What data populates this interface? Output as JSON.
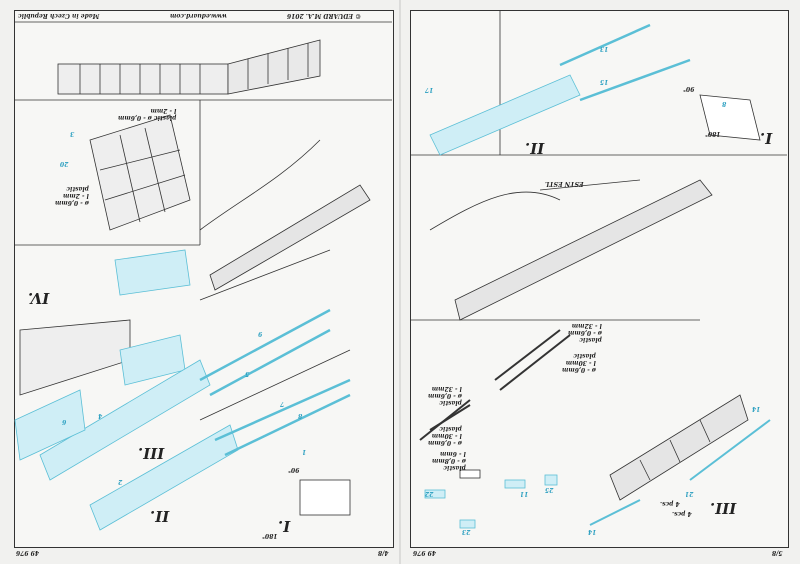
{
  "left_page": {
    "header": {
      "copyright": "© EDUARD M.A. 2016",
      "website": "www.eduard.com",
      "made_in": "Made in Czech Republic"
    },
    "footer": {
      "kit_number": "49 976",
      "page": "4/8"
    },
    "steps": [
      "I.",
      "II.",
      "III.",
      "IV."
    ],
    "notes": {
      "plastic_top": "plastic ø - 0,6mm\nl - 2mm",
      "plastic_mid": "ø - 0,6mm\nl - 2mm\nplastic",
      "angle_180": "180°",
      "angle_90": "90°"
    },
    "part_numbers": [
      "20",
      "3",
      "9",
      "7",
      "4",
      "6",
      "8",
      "2",
      "1",
      "5"
    ]
  },
  "right_page": {
    "footer": {
      "kit_number": "49 976",
      "page": "5/8"
    },
    "steps": [
      "I.",
      "II.",
      "III."
    ],
    "notes": {
      "angle_180": "180°",
      "angle_90": "90°",
      "plastic_a": "plastic\nø - 0,6mm\nl - 32mm",
      "plastic_b": "ø - 0,6mm\nl - 30mm\nplastic",
      "plastic_c": "ø - 0,6mm\nl - 30mm\nplastic",
      "plastic_d": "plastic\nø - 0,6mm\nl - 32mm",
      "plastic_e": "plastic\nø - 0,8mm\nl - 6mm",
      "pcs_a": "4 pcs.",
      "pcs_b": "4 pcs.",
      "label_estl": "ESTN ESTL"
    },
    "part_numbers": [
      "13",
      "15",
      "17",
      "8",
      "11",
      "22",
      "23",
      "25",
      "21",
      "14",
      "14"
    ]
  },
  "colors": {
    "part_blue": "#5bbfd6",
    "line": "#333333",
    "paper": "#f7f7f5"
  }
}
